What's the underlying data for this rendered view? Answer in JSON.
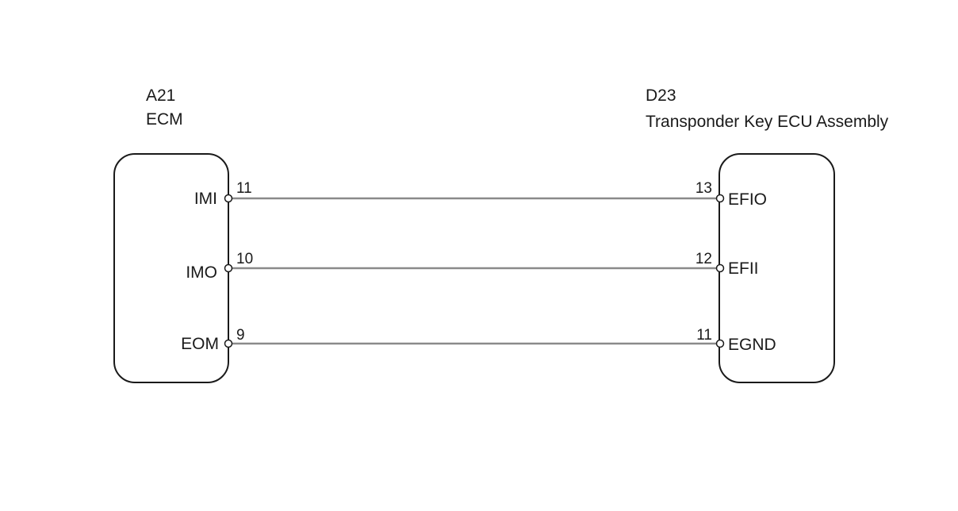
{
  "left_component": {
    "connector": "A21",
    "name": "ECM",
    "pins": [
      {
        "label": "IMI",
        "number": "11"
      },
      {
        "label": "IMO",
        "number": "10"
      },
      {
        "label": "EOM",
        "number": "9"
      }
    ]
  },
  "right_component": {
    "connector": "D23",
    "name": "Transponder Key ECU Assembly",
    "pins": [
      {
        "label": "EFIO",
        "number": "13"
      },
      {
        "label": "EFII",
        "number": "12"
      },
      {
        "label": "EGND",
        "number": "11"
      }
    ]
  }
}
